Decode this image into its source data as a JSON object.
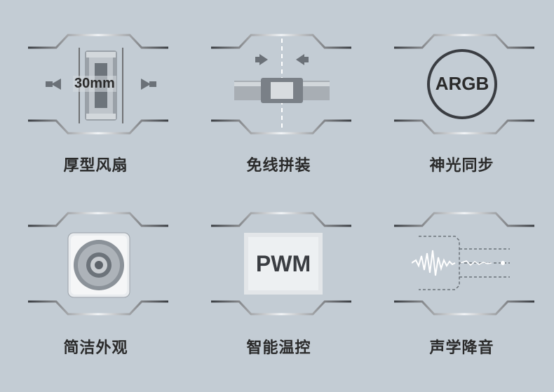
{
  "features": [
    {
      "caption": "厚型风扇",
      "icon": "thick-fan-icon",
      "badge": "30mm"
    },
    {
      "caption": "免线拼装",
      "icon": "cableless-assembly-icon"
    },
    {
      "caption": "神光同步",
      "icon": "argb-sync-icon",
      "badge": "ARGB"
    },
    {
      "caption": "简洁外观",
      "icon": "clean-fan-appearance-icon"
    },
    {
      "caption": "智能温控",
      "icon": "pwm-control-icon",
      "badge": "PWM"
    },
    {
      "caption": "声学降音",
      "icon": "acoustic-noise-reduction-icon"
    }
  ],
  "colors": {
    "background": "#c3ccd4",
    "line_dark": "#3a3d42",
    "line_light": "#f2f4f6",
    "text": "#2a2a2a"
  }
}
